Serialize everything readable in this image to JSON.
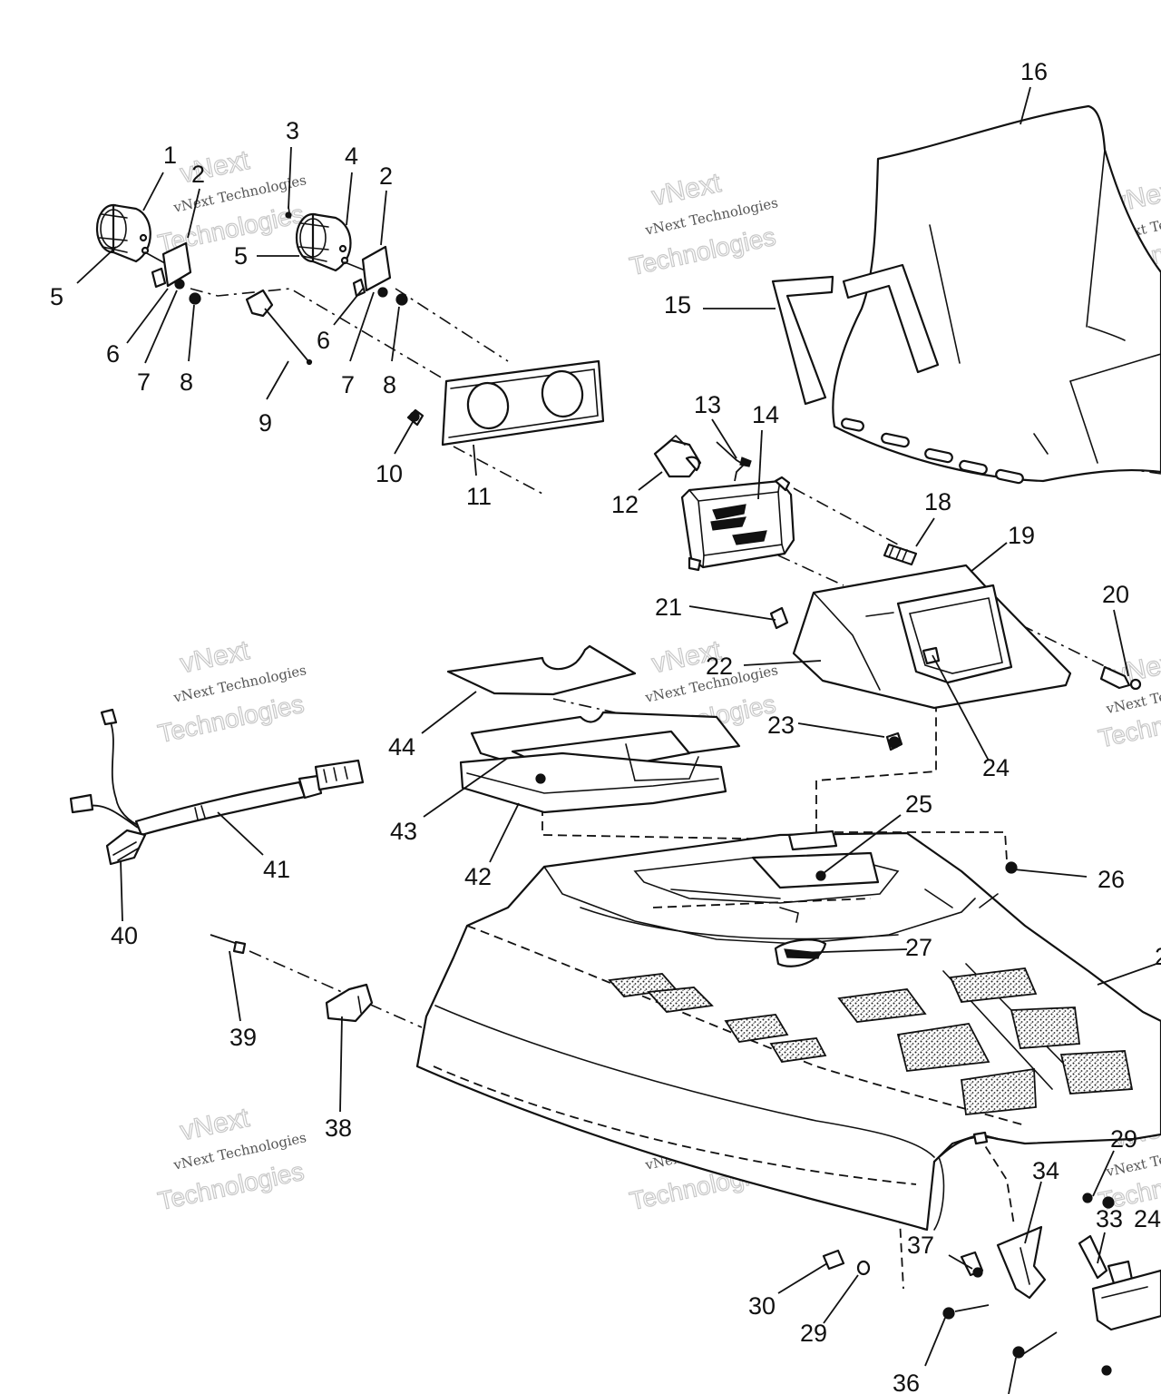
{
  "watermark": {
    "line_small": "vNext Technologies",
    "line_big_1": "vNext",
    "line_big_2": "Technologies"
  },
  "callouts": {
    "c1": "1",
    "c2a": "2",
    "c2b": "2",
    "c3": "3",
    "c4": "4",
    "c5a": "5",
    "c5b": "5",
    "c6a": "6",
    "c6b": "6",
    "c7a": "7",
    "c7b": "7",
    "c8a": "8",
    "c8b": "8",
    "c9": "9",
    "c10": "10",
    "c11": "11",
    "c12": "12",
    "c13": "13",
    "c14": "14",
    "c15": "15",
    "c16": "16",
    "c18": "18",
    "c19": "19",
    "c20": "20",
    "c21": "21",
    "c22": "22",
    "c23": "23",
    "c24a": "24",
    "c24b": "24",
    "c25": "25",
    "c26": "26",
    "c27": "27",
    "c28": "2",
    "c29a": "29",
    "c29b": "29",
    "c30": "30",
    "c33": "33",
    "c34": "34",
    "c36": "36",
    "c37": "37",
    "c38": "38",
    "c39": "39",
    "c40": "40",
    "c41": "41",
    "c42": "42",
    "c43": "43",
    "c44": "44"
  }
}
